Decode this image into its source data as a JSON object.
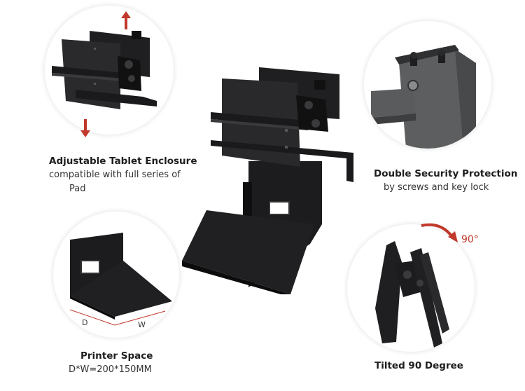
{
  "features": {
    "tablet_enclosure": {
      "title": "Adjustable Tablet Enclosure",
      "line1": "compatible with full series of",
      "line2": "Pad"
    },
    "security": {
      "title": "Double Security Protection",
      "subtitle": "by screws and key lock"
    },
    "printer": {
      "title": "Printer Space",
      "subtitle": "D*W=200*150MM",
      "dim_d": "D",
      "dim_w": "W"
    },
    "tilt": {
      "title": "Tilted 90 Degree",
      "angle_label": "90°"
    }
  },
  "colors": {
    "metal": "#1f1f21",
    "metal_light": "#3a3a3d",
    "grey_panel": "#5d5e60",
    "arrow_red": "#c0392b"
  }
}
